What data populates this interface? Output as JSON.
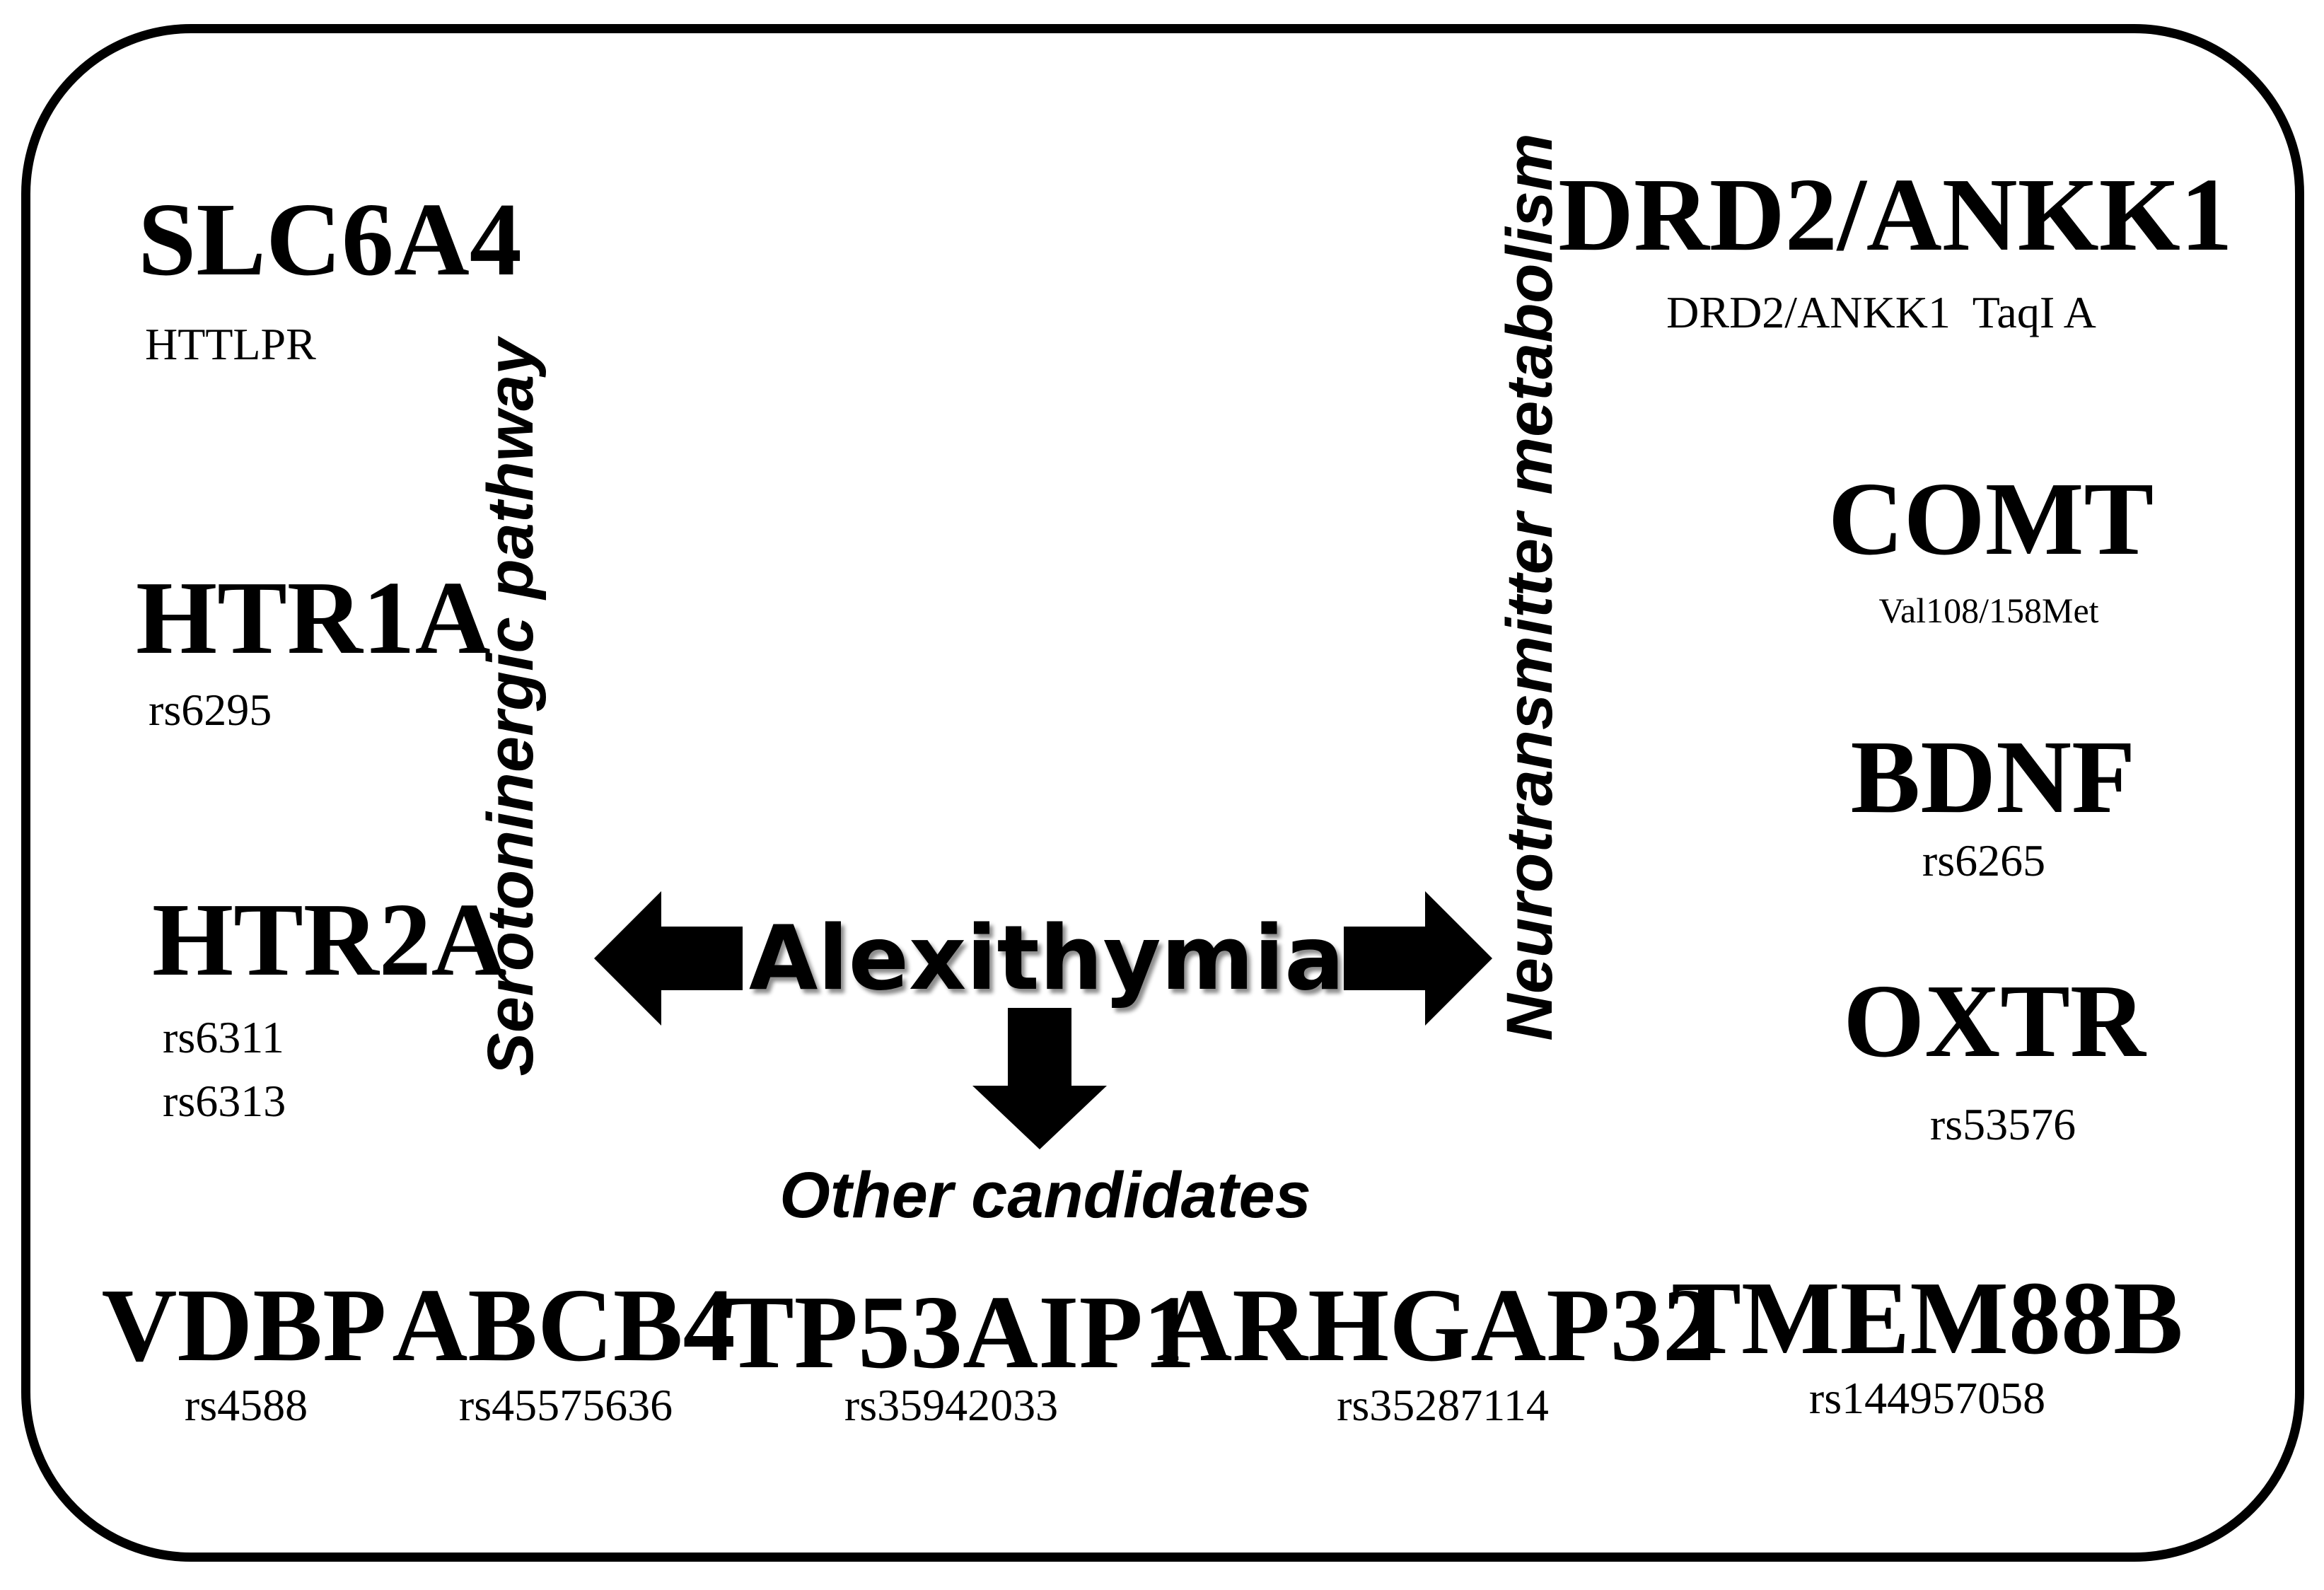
{
  "center": {
    "label": "Alexithymia"
  },
  "pathways": {
    "serotoninergic": "Serotoninergic pathway",
    "neurotransmitter": "Neurotransmitter metabolism",
    "other": "Other candidates"
  },
  "left_genes": [
    {
      "gene": "SLC6A4",
      "snps": [
        "HTTLPR"
      ]
    },
    {
      "gene": "HTR1A",
      "snps": [
        "rs6295"
      ]
    },
    {
      "gene": "HTR2A",
      "snps": [
        "rs6311",
        "rs6313"
      ]
    }
  ],
  "right_genes": [
    {
      "gene": "DRD2/ANKK1",
      "snps": [
        "DRD2/ANKK1  TaqI A"
      ]
    },
    {
      "gene": "COMT",
      "snps": [
        "Val108/158Met"
      ]
    },
    {
      "gene": "BDNF",
      "snps": [
        "rs6265"
      ]
    },
    {
      "gene": "OXTR",
      "snps": [
        "rs53576"
      ]
    }
  ],
  "bottom_genes": [
    {
      "gene": "VDBP",
      "snps": [
        "rs4588"
      ]
    },
    {
      "gene": "ABCB4",
      "snps": [
        "rs45575636"
      ]
    },
    {
      "gene": "TP53AIP1",
      "snps": [
        "rs35942033"
      ]
    },
    {
      "gene": "ARHGAP32",
      "snps": [
        "rs35287114"
      ]
    },
    {
      "gene": "TMEM88B",
      "snps": [
        "rs144957058"
      ]
    }
  ],
  "colors": {
    "ink": "#000000",
    "background": "#ffffff"
  }
}
